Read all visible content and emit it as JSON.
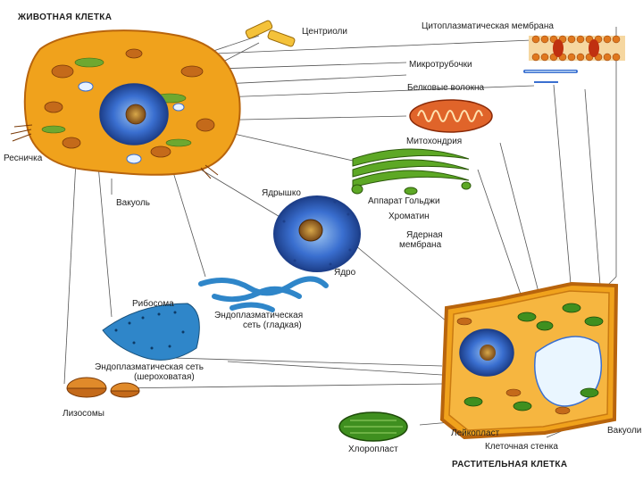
{
  "titles": {
    "animal_cell": "ЖИВОТНАЯ КЛЕТКА",
    "plant_cell": "РАСТИТЕЛЬНАЯ КЛЕТКА"
  },
  "labels": {
    "centrioles": "Центриоли",
    "cytoplasmic_membrane": "Цитоплазматическая мембрана",
    "microtubules": "Микротрубочки",
    "protein_fibers": "Белковые волокна",
    "mitochondria": "Митохондрия",
    "golgi": "Аппарат Гольджи",
    "cilium": "Ресничка",
    "vacuole": "Вакуоль",
    "nucleolus": "Ядрышко",
    "chromatin": "Хроматин",
    "nuclear_membrane_1": "Ядерная",
    "nuclear_membrane_2": "мембрана",
    "nucleus": "Ядро",
    "ribosome": "Рибосома",
    "smooth_er_1": "Эндоплазматическая",
    "smooth_er_2": "сеть (гладкая)",
    "rough_er_1": "Эндоплазматическая сеть",
    "rough_er_2": "(шероховатая)",
    "lysosomes": "Лизосомы",
    "chloroplast": "Хлоропласт",
    "leucoplast": "Лейкопласт",
    "cell_wall": "Клеточная стенка",
    "vacuoles": "Вакуоли"
  },
  "colors": {
    "cytoplasm": "#f0a21c",
    "cell_edge": "#b8640c",
    "nucleus_blue": "#3a6fd0",
    "nucleolus": "#8a5a2a",
    "mito": "#e0642a",
    "golgi_green": "#5da825",
    "er_blue": "#2f86c9",
    "chloro_green": "#3f8f1f",
    "line": "#555555"
  }
}
